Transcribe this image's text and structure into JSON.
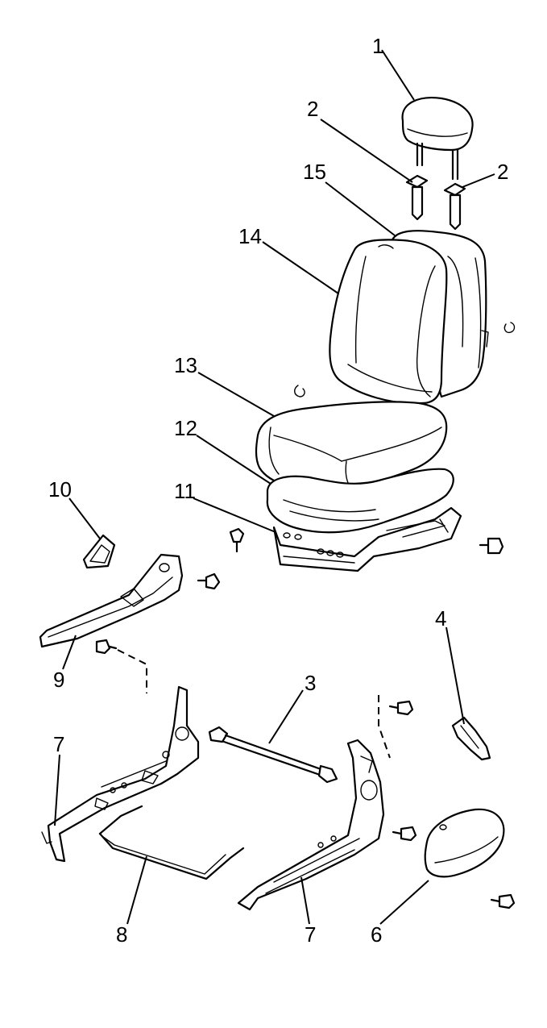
{
  "callouts": [
    {
      "id": "c1",
      "text": "1"
    },
    {
      "id": "c2a",
      "text": "2"
    },
    {
      "id": "c2b",
      "text": "2"
    },
    {
      "id": "c15",
      "text": "15"
    },
    {
      "id": "c14",
      "text": "14"
    },
    {
      "id": "c13",
      "text": "13"
    },
    {
      "id": "c12",
      "text": "12"
    },
    {
      "id": "c11",
      "text": "11"
    },
    {
      "id": "c10",
      "text": "10"
    },
    {
      "id": "c4",
      "text": "4"
    },
    {
      "id": "c9",
      "text": "9"
    },
    {
      "id": "c3",
      "text": "3"
    },
    {
      "id": "c7a",
      "text": "7"
    },
    {
      "id": "c8",
      "text": "8"
    },
    {
      "id": "c7b",
      "text": "7"
    },
    {
      "id": "c6",
      "text": "6"
    }
  ]
}
